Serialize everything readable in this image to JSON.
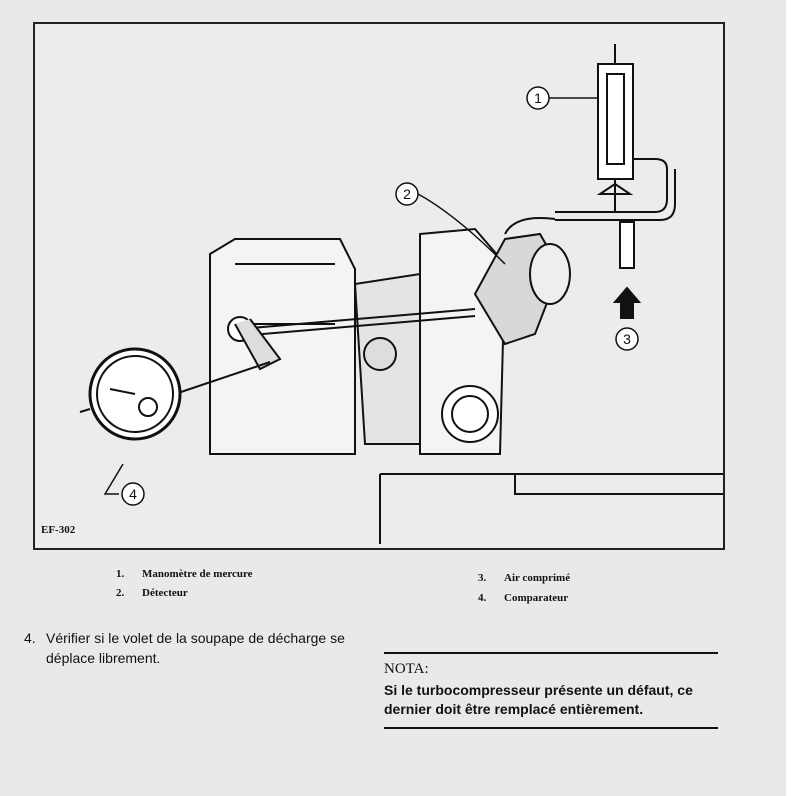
{
  "figure": {
    "id": "EF-302",
    "callouts": [
      "1",
      "2",
      "3",
      "4"
    ],
    "legend": [
      {
        "num": "1.",
        "label": "Manomètre de mercure"
      },
      {
        "num": "2.",
        "label": "Détecteur"
      },
      {
        "num": "3.",
        "label": "Air comprimé"
      },
      {
        "num": "4.",
        "label": "Comparateur"
      }
    ]
  },
  "step": {
    "num": "4.",
    "text": "Vérifier si le volet de la soupape de décharge se déplace librement."
  },
  "nota": {
    "title": "NOTA:",
    "text": "Si le turbocompresseur présente un défaut, ce dernier doit être remplacé entièrement."
  }
}
